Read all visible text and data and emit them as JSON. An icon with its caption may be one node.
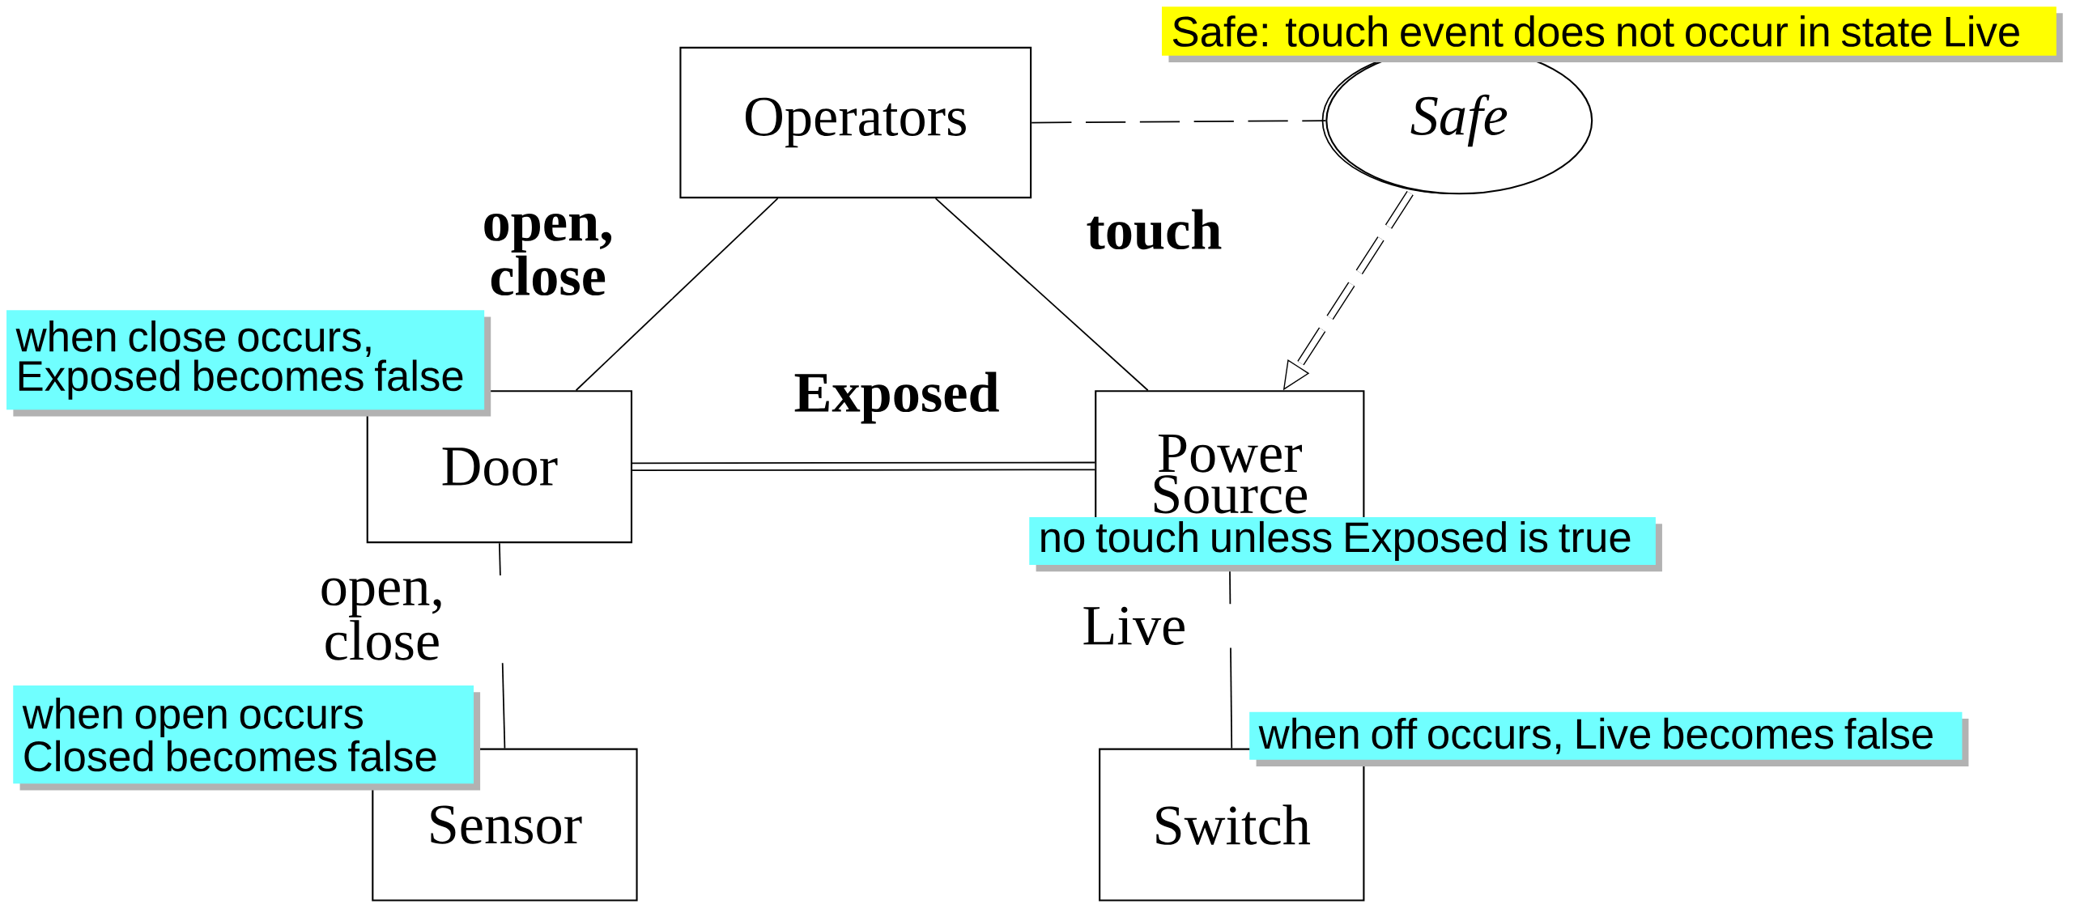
{
  "diagram": {
    "nodes": [
      {
        "text": [
          "Operators"
        ]
      },
      {
        "text": [
          "Safe"
        ]
      },
      {
        "text": [
          "Door"
        ]
      },
      {
        "text": [
          "Power Source"
        ]
      },
      {
        "text": [
          "Sensor"
        ]
      },
      {
        "text": [
          "Switch"
        ]
      },
      {
        "text": [
          "Safe: touch event does not occur in state Live"
        ]
      },
      {
        "text": [
          "when close occurs, Exposed becomes false"
        ]
      },
      {
        "text": [
          "no touch unless Exposed is true"
        ]
      },
      {
        "text": [
          "when open occurs Closed becomes false"
        ]
      },
      {
        "text": [
          "when off occurs, Live becomes false"
        ]
      }
    ],
    "edges": [
      {
        "from": 0,
        "to": 2,
        "arrow": "none",
        "label": "open, close"
      },
      {
        "from": 0,
        "to": 3,
        "arrow": "none",
        "label": "touch"
      },
      {
        "from": 0,
        "to": 1,
        "arrow": "none",
        "style": "dashed"
      },
      {
        "from": 1,
        "to": 3,
        "arrow": "to",
        "style": "dashed"
      },
      {
        "from": 2,
        "to": 3,
        "arrow": "none",
        "label": "Exposed",
        "style": "thick"
      },
      {
        "from": 2,
        "to": 4,
        "arrow": "none",
        "label": "open, close"
      },
      {
        "from": 3,
        "to": 5,
        "arrow": "none",
        "label": "Live"
      }
    ]
  }
}
